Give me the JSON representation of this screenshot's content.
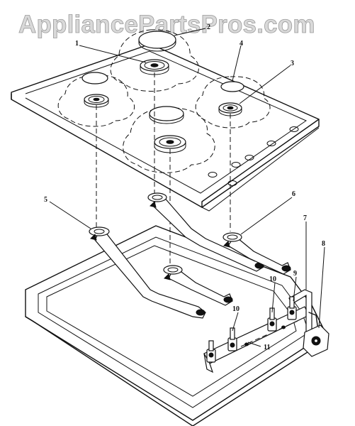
{
  "watermark": "AppliancePartsPros.com",
  "callouts": {
    "c1": "1",
    "c2": "2",
    "c3": "3",
    "c4": "4",
    "c5": "5",
    "c6": "6",
    "c7": "7",
    "c8": "8",
    "c9": "9",
    "c10a": "10",
    "c10b": "10",
    "c11": "11"
  }
}
